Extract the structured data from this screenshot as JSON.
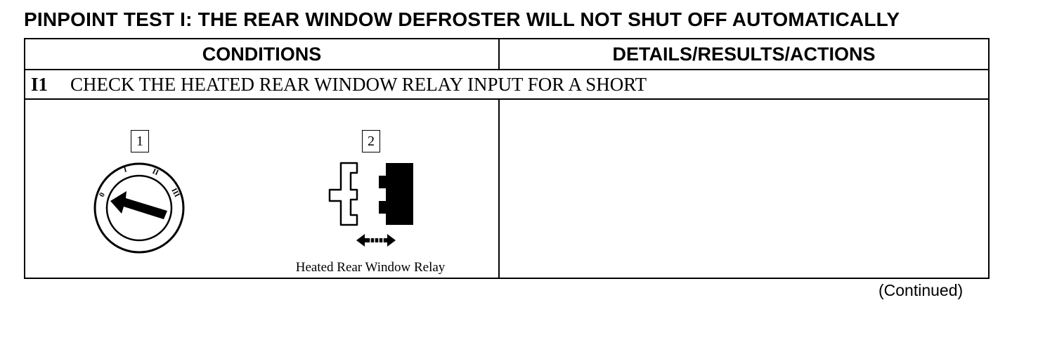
{
  "page": {
    "title": "PINPOINT TEST I:  THE REAR WINDOW DEFROSTER WILL NOT SHUT OFF AUTOMATICALLY",
    "continued": "(Continued)"
  },
  "table": {
    "headers": {
      "conditions": "CONDITIONS",
      "details": "DETAILS/RESULTS/ACTIONS"
    },
    "step": {
      "id": "I1",
      "text": "CHECK THE HEATED REAR WINDOW RELAY INPUT FOR A SHORT"
    },
    "conditions": {
      "callouts": [
        "1",
        "2"
      ],
      "ignition_positions": [
        "0",
        "I",
        "II",
        "III"
      ],
      "relay_caption": "Heated Rear Window Relay"
    },
    "details": ""
  },
  "icons": {
    "ignition": "ignition-switch-icon",
    "relay": "relay-connector-icon"
  }
}
